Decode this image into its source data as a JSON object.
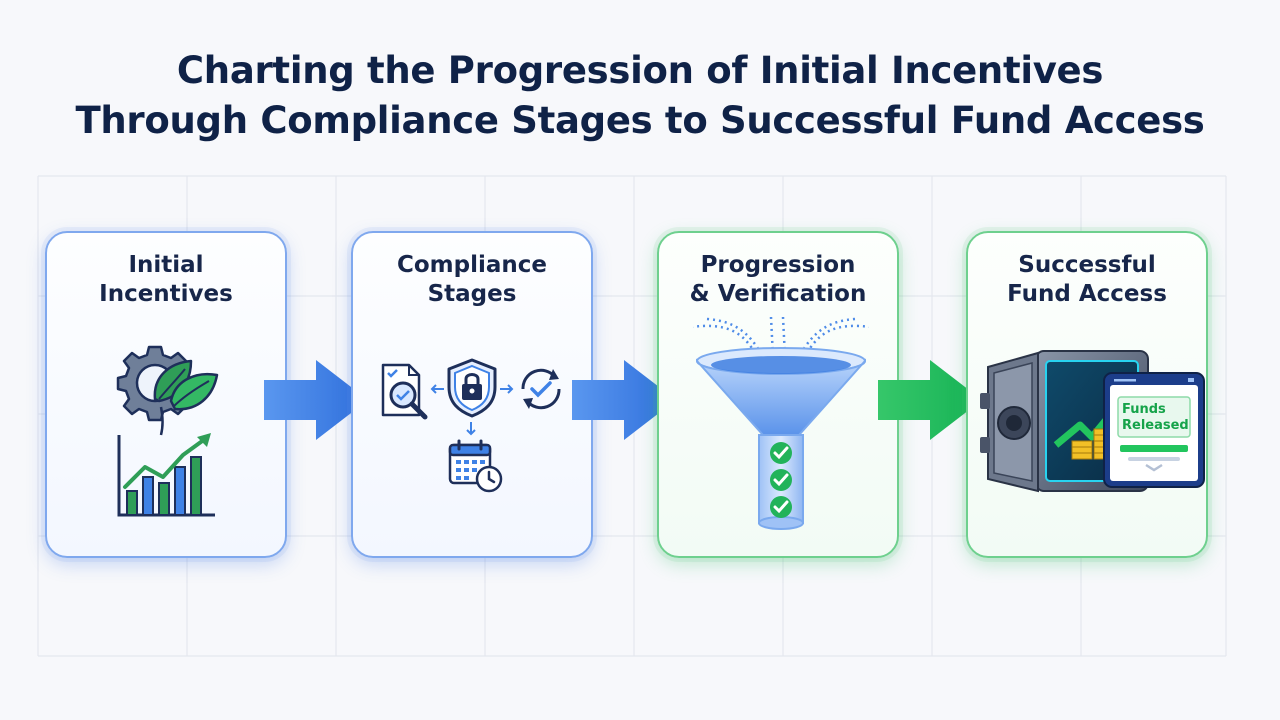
{
  "title": {
    "line1": "Charting the Progression of Initial Incentives",
    "line2": "Through Compliance Stages to Successful Fund Access"
  },
  "stages": [
    {
      "line1": "Initial",
      "line2": "Incentives",
      "theme": "blue"
    },
    {
      "line1": "Compliance",
      "line2": "Stages",
      "theme": "blue"
    },
    {
      "line1": "Progression",
      "line2": "& Verification",
      "theme": "green"
    },
    {
      "line1": "Successful",
      "line2": "Fund Access",
      "theme": "green"
    }
  ],
  "tablet": {
    "line1": "Funds",
    "line2": "Released"
  },
  "colors": {
    "title": "#0f2247",
    "blue_accent": "#3f82e6",
    "green_accent": "#22c55e",
    "navy_icon": "#1e2f5a"
  },
  "icons": [
    "gear-leaf-icon",
    "growth-chart-icon",
    "document-search-icon",
    "shield-lock-icon",
    "refresh-check-icon",
    "calendar-clock-icon",
    "funnel-icon",
    "check-icon",
    "vault-icon",
    "tablet-icon"
  ]
}
